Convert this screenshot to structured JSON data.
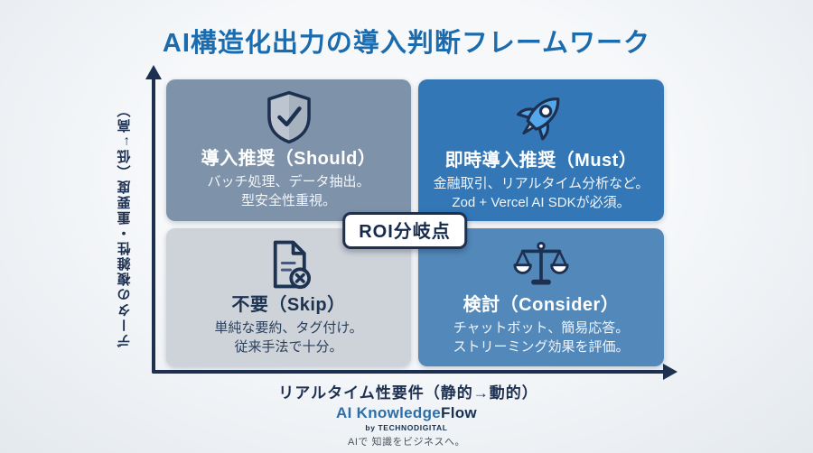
{
  "title": "AI構造化出力の導入判断フレームワーク",
  "colors": {
    "title_text": "#1b6cae",
    "axis": "#1d3050",
    "quadrant_top_left": "#7e92aa",
    "quadrant_top_right": "#3377b7",
    "quadrant_bottom_left": "#ced3d9",
    "quadrant_bottom_right": "#5389ba",
    "badge_border": "#1d3050",
    "badge_background": "#ffffff",
    "rocket_blue": "#54a7ea"
  },
  "axes": {
    "y_label": "データの複雑性・重要度（低→高）",
    "x_label": "リアルタイム性要件（静的→動的）"
  },
  "quadrants": [
    {
      "id": "top-left",
      "icon": "shield-check-icon",
      "title": "導入推奨（Should）",
      "desc_line1": "バッチ処理、データ抽出。",
      "desc_line2": "型安全性重視。"
    },
    {
      "id": "top-right",
      "icon": "rocket-icon",
      "title": "即時導入推奨（Must）",
      "desc_line1": "金融取引、リアルタイム分析など。",
      "desc_line2": "Zod + Vercel AI SDKが必須。"
    },
    {
      "id": "bottom-left",
      "icon": "document-x-icon",
      "title": "不要（Skip）",
      "desc_line1": "単純な要約、タグ付け。",
      "desc_line2": "従来手法で十分。"
    },
    {
      "id": "bottom-right",
      "icon": "scales-icon",
      "title": "検討（Consider）",
      "desc_line1": "チャットボット、簡易応答。",
      "desc_line2": "ストリーミング効果を評価。"
    }
  ],
  "center_badge": "ROI分岐点",
  "footer": {
    "brand_part1": "AI Knowledge",
    "brand_part2": "Flow",
    "byline": "by TECHNODIGITAL",
    "tagline": "AIで 知識をビジネスへ。"
  }
}
